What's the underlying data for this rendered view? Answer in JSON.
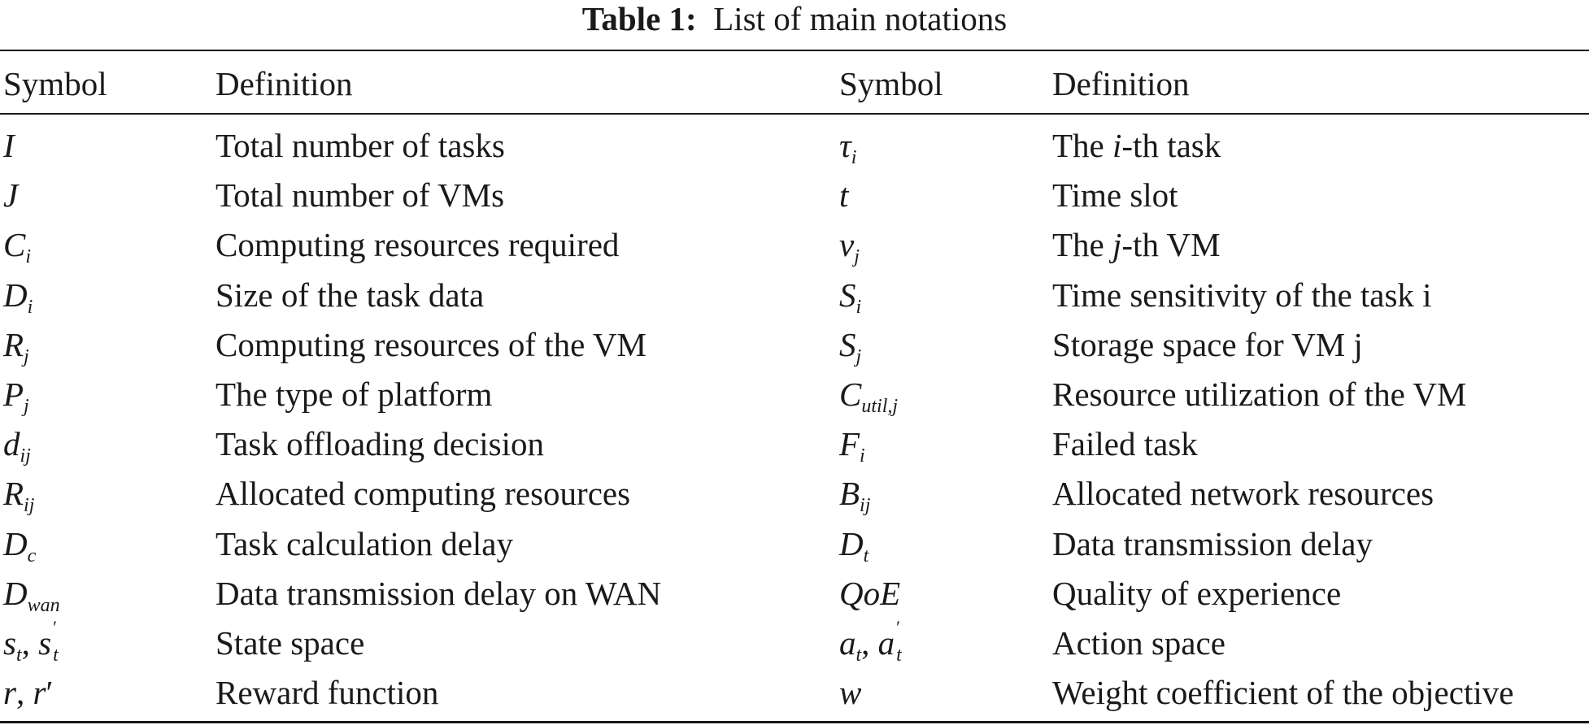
{
  "caption": {
    "label": "Table 1:",
    "text": "List of main notations"
  },
  "header": {
    "symbol_left": "Symbol",
    "definition_left": "Definition",
    "symbol_right": "Symbol",
    "definition_right": "Definition"
  },
  "rows": [
    {
      "sym_l": "I",
      "def_l": "Total number of tasks",
      "sym_r": "τ_i",
      "def_r": "The i-th task"
    },
    {
      "sym_l": "J",
      "def_l": "Total number of VMs",
      "sym_r": "t",
      "def_r": "Time slot"
    },
    {
      "sym_l": "C_i",
      "def_l": "Computing resources required",
      "sym_r": "v_j",
      "def_r": "The j-th VM"
    },
    {
      "sym_l": "D_i",
      "def_l": "Size of the task data",
      "sym_r": "S_i",
      "def_r": "Time sensitivity of the task i"
    },
    {
      "sym_l": "R_j",
      "def_l": "Computing resources of the VM",
      "sym_r": "S_j",
      "def_r": "Storage space for VM j"
    },
    {
      "sym_l": "P_j",
      "def_l": "The type of platform",
      "sym_r": "C_util,j",
      "def_r": "Resource utilization of the VM"
    },
    {
      "sym_l": "d_ij",
      "def_l": "Task offloading decision",
      "sym_r": "F_i",
      "def_r": "Failed task"
    },
    {
      "sym_l": "R_ij",
      "def_l": "Allocated computing resources",
      "sym_r": "B_ij",
      "def_r": "Allocated network resources"
    },
    {
      "sym_l": "D_c",
      "def_l": "Task calculation delay",
      "sym_r": "D_t",
      "def_r": "Data transmission delay"
    },
    {
      "sym_l": "D_wan",
      "def_l": "Data transmission delay on WAN",
      "sym_r": "QoE",
      "def_r": "Quality of experience"
    },
    {
      "sym_l": "s_t, s'_t",
      "def_l": "State space",
      "sym_r": "a_t, a'_t",
      "def_r": "Action space"
    },
    {
      "sym_l": "r, r'",
      "def_l": "Reward function",
      "sym_r": "w",
      "def_r": "Weight coefficient of the objective"
    }
  ],
  "symbols": {
    "I": "I",
    "J": "J",
    "C": "C",
    "D": "D",
    "R": "R",
    "P": "P",
    "d": "d",
    "tau": "τ",
    "t": "t",
    "v": "v",
    "S": "S",
    "F": "F",
    "B": "B",
    "QoE": "QoE",
    "s": "s",
    "a": "a",
    "r": "r",
    "w": "w",
    "comma": ",",
    "prime": "′",
    "sub_i": "i",
    "sub_j": "j",
    "sub_ij": "ij",
    "sub_c": "c",
    "sub_t": "t",
    "sub_wan": "wan",
    "sub_util": "util,j"
  },
  "defs": {
    "ith_pre": "The ",
    "ith_var": "i",
    "ith_post": "-th task",
    "jth_pre": "The ",
    "jth_var": "j",
    "jth_post": "-th VM"
  }
}
